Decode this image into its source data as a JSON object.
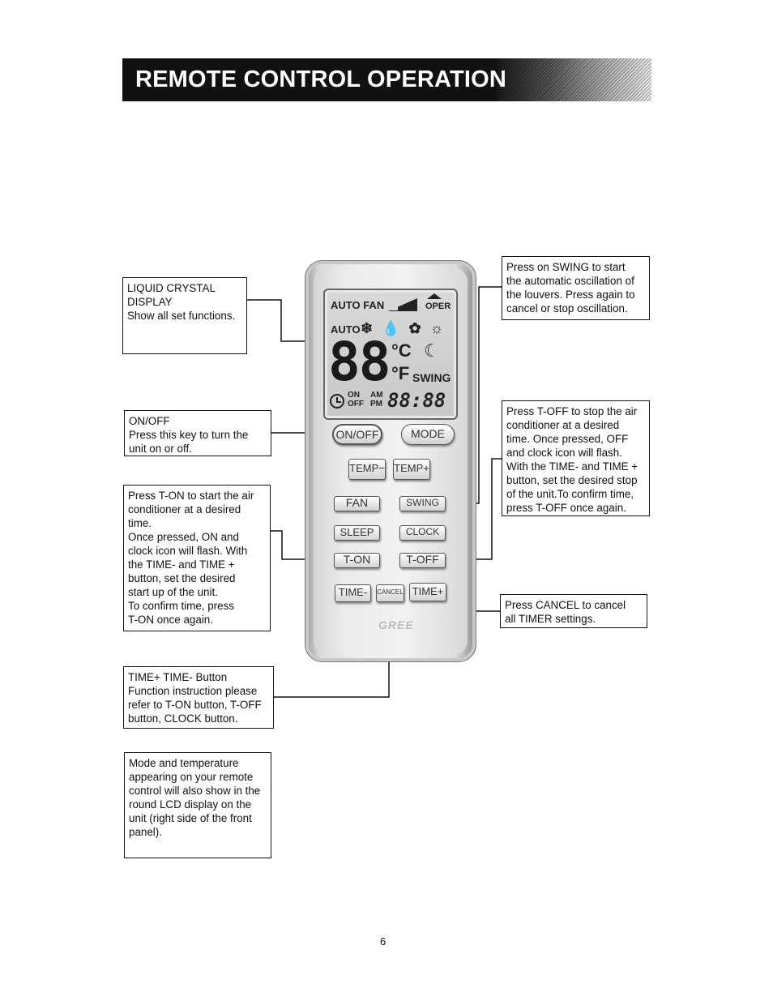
{
  "header": {
    "title": "REMOTE CONTROL OPERATION"
  },
  "callouts": {
    "lcd": [
      "LIQUID CRYSTAL",
      "DISPLAY",
      "Show all set functions."
    ],
    "onoff": [
      "ON/OFF",
      "Press this key to turn the",
      "unit on or off."
    ],
    "ton": [
      "Press T-ON to start the air",
      "conditioner at a desired",
      "time.",
      "Once pressed, ON and",
      "clock icon will flash. With",
      "the TIME- and TIME +",
      "button, set the desired",
      "start up of the unit.",
      "To confirm time, press",
      "T-ON once again."
    ],
    "time": [
      "TIME+ TIME- Button",
      "Function instruction please",
      "refer to T-ON button, T-OFF",
      "button, CLOCK button."
    ],
    "mode_note": [
      "Mode and temperature",
      "appearing on your remote",
      "control will also show in the",
      "round LCD display on the",
      "unit (right side of the front",
      "panel)."
    ],
    "swing": [
      "Press on SWING to start",
      "the automatic oscillation of",
      "the louvers. Press again to",
      "cancel or stop oscillation."
    ],
    "toff": [
      "Press T-OFF to stop the air",
      "conditioner at a desired",
      "time. Once pressed, OFF",
      "and clock icon will flash.",
      "With the TIME- and TIME +",
      "button, set the desired stop",
      "of the unit.To confirm time,",
      "press T-OFF once again."
    ],
    "cancel": [
      "Press CANCEL to cancel",
      "all TIMER settings."
    ]
  },
  "remote": {
    "lcd": {
      "auto_fan": "AUTO FAN",
      "oper": "OPER",
      "auto": "AUTO",
      "mode_icons": "❄ 💧 ✿ ☼",
      "digits": "88",
      "celsius": "°C",
      "fahrenheit": "°F",
      "swing": "SWING",
      "on": "ON",
      "off": "OFF",
      "am": "AM",
      "pm": "PM",
      "clock": "88:88"
    },
    "buttons": {
      "onoff": "ON/OFF",
      "mode": "MODE",
      "temp_minus": "TEMP−",
      "temp_plus": "TEMP+",
      "fan": "FAN",
      "swing": "SWING",
      "sleep": "SLEEP",
      "clock": "CLOCK",
      "ton": "T-ON",
      "toff": "T-OFF",
      "time_minus": "TIME-",
      "cancel": "CANCEL",
      "time_plus": "TIME+"
    },
    "brand": "GREE"
  },
  "page_number": "6"
}
